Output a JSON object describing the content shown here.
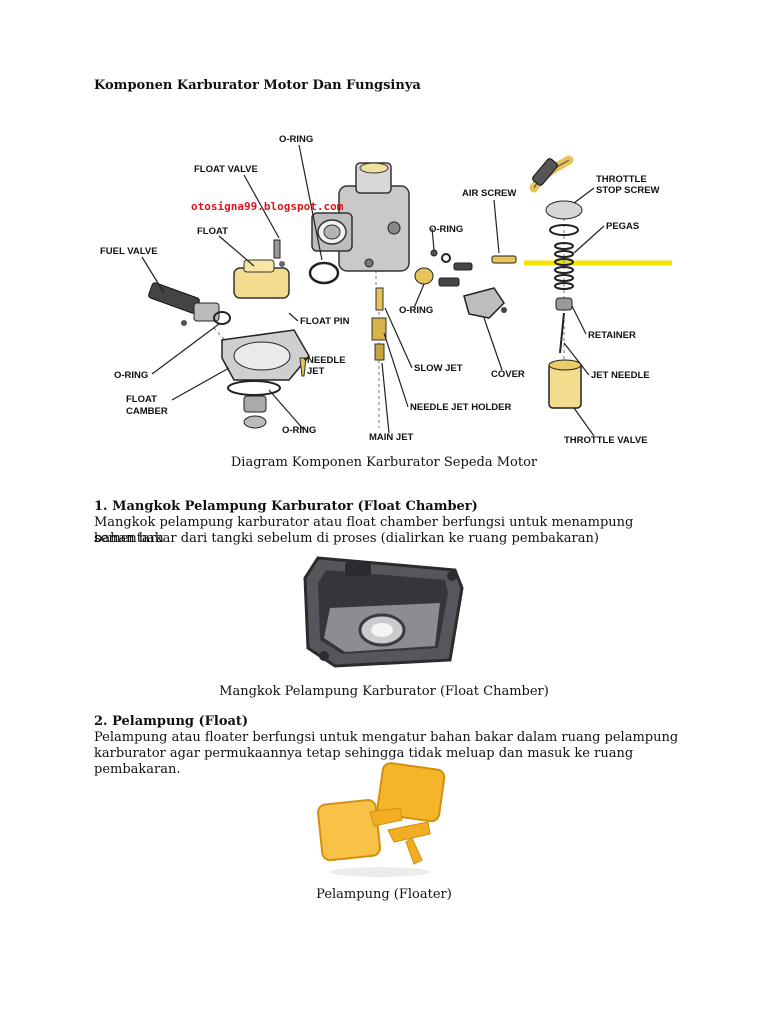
{
  "document": {
    "title": "Komponen Karburator Motor Dan Fungsinya",
    "diagram": {
      "watermark": "otosigna99.blogspot.com",
      "labels": {
        "o_ring_top": "O-RING",
        "float_valve": "FLOAT VALVE",
        "float": "FLOAT",
        "fuel_valve": "FUEL VALVE",
        "o_ring_left": "O-RING",
        "float_camber_1": "FLOAT",
        "float_camber_2": "CAMBER",
        "float_pin": "FLOAT PIN",
        "needle_jet_1": "NEEDLE",
        "needle_jet_2": "JET",
        "o_ring_bottom": "O-RING",
        "main_jet": "MAIN JET",
        "needle_jet_holder": "NEEDLE JET HOLDER",
        "slow_jet": "SLOW JET",
        "cover": "COVER",
        "o_ring_mid": "O-RING",
        "o_ring_right": "O-RING",
        "air_screw": "AIR SCREW",
        "throttle_stop_1": "THROTTLE",
        "throttle_stop_2": "STOP SCREW",
        "pegas": "PEGAS",
        "retainer": "RETAINER",
        "jet_needle": "JET NEEDLE",
        "throttle_valve": "THROTTLE VALVE"
      },
      "caption": "Diagram Komponen Karburator Sepeda Motor"
    },
    "sections": [
      {
        "heading": "1. Mangkok Pelampung Karburator (Float Chamber)",
        "text_line1": "Mangkok pelampung karburator atau float chamber berfungsi untuk menampung sementara",
        "text_line2": "bahan bakar dari tangki sebelum di proses (dialirkan ke ruang pembakaran)",
        "caption": "Mangkok Pelampung Karburator (Float Chamber)"
      },
      {
        "heading": "2. Pelampung (Float)",
        "text_line1": "Pelampung atau floater berfungsi untuk mengatur bahan bakar dalam ruang pelampung",
        "text_line2": "karburator agar permukaannya tetap sehingga tidak meluap dan masuk ke ruang pembakaran.",
        "caption": "Pelampung (Floater)"
      }
    ],
    "colors": {
      "accent_line": "#f5e400",
      "watermark": "#e0141e",
      "float_orange": "#f5b52a"
    }
  }
}
